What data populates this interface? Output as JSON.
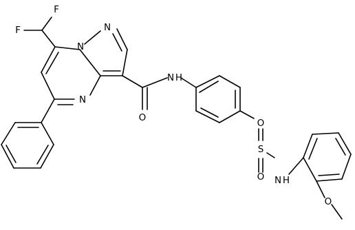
{
  "molecule": {
    "atoms": {
      "f1": "F",
      "f2": "F",
      "n_ring_a": "N",
      "n_ring_b": "N",
      "n_ring_c": "N",
      "o_amide": "O",
      "nh_amide": "N",
      "h_amide": "H",
      "s_sulfonyl": "S",
      "o_sulfonyl_top": "O",
      "o_sulfonyl_bottom": "O",
      "nh_sulfonamide": "N",
      "h_sulfonamide": "H",
      "o_methoxy": "O"
    }
  }
}
